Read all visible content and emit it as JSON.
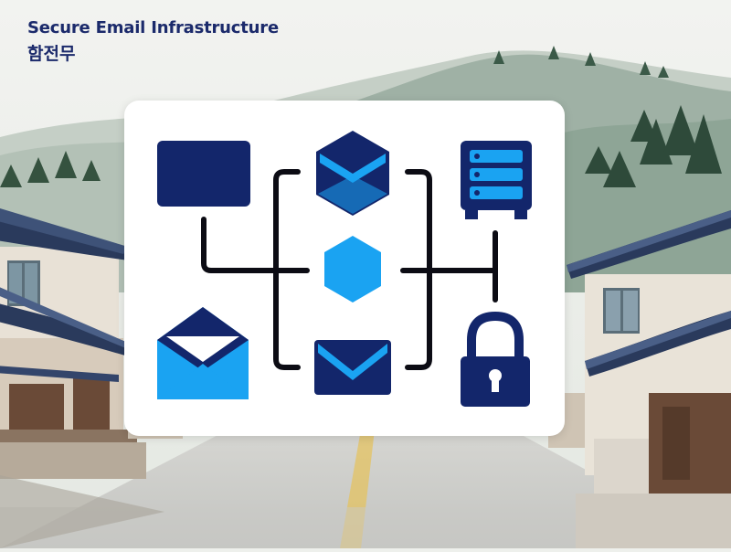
{
  "header": {
    "title": "Secure Email Infrastructure",
    "subtitle": "함전무"
  },
  "diagram": {
    "nodes": [
      {
        "id": "data-block",
        "icon": "data-block-icon"
      },
      {
        "id": "hex-mail",
        "icon": "hexagon-envelope-icon"
      },
      {
        "id": "server",
        "icon": "server-rack-icon"
      },
      {
        "id": "central-hub",
        "icon": "hexagon-icon"
      },
      {
        "id": "open-mail",
        "icon": "open-envelope-icon"
      },
      {
        "id": "closed-mail",
        "icon": "closed-envelope-icon"
      },
      {
        "id": "lock",
        "icon": "padlock-icon"
      }
    ]
  },
  "colors": {
    "navy": "#13266b",
    "blue": "#1aa3f2",
    "line": "#0c0c14",
    "card": "#ffffff",
    "title": "#1b2a6b"
  }
}
